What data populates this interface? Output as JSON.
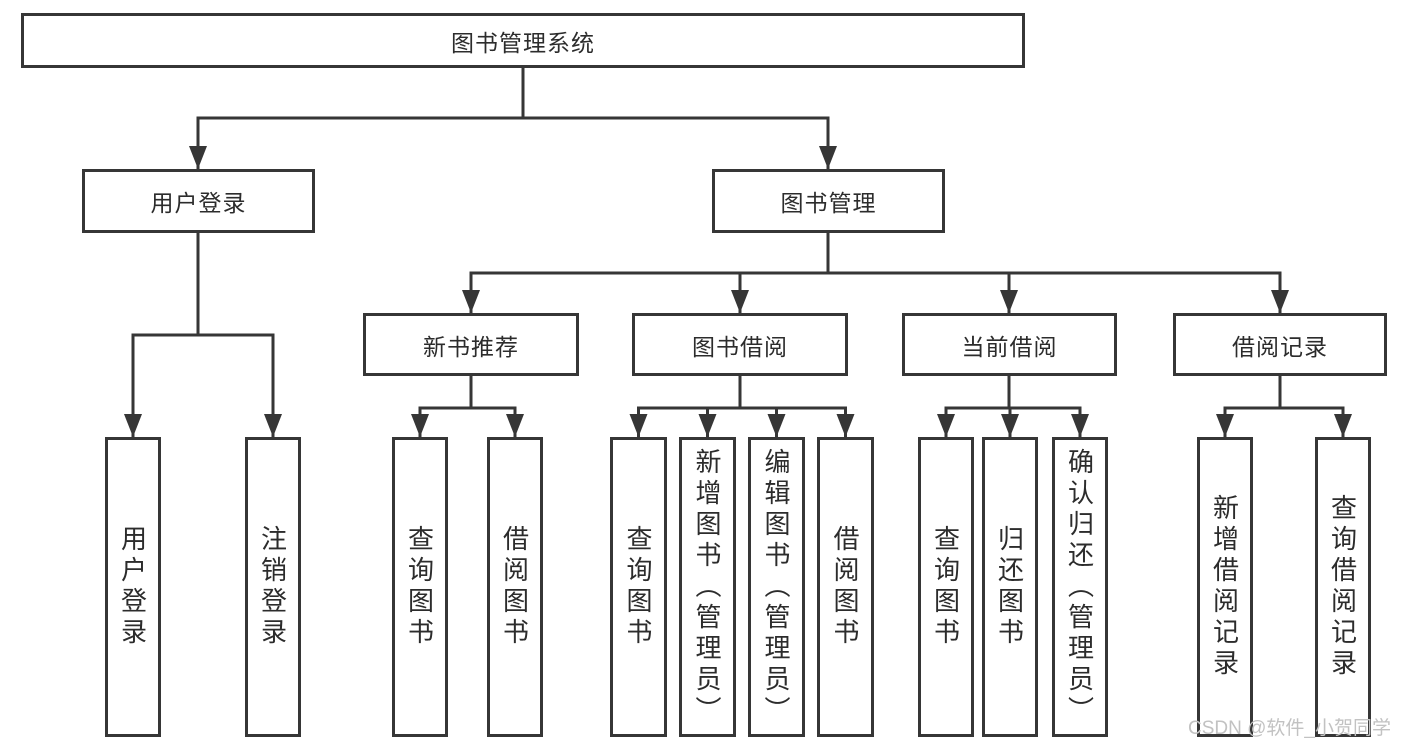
{
  "colors": {
    "line": "#363636",
    "text": "#2c2c2c",
    "background": "#ffffff",
    "watermark": "#c2c2c2"
  },
  "diagram": {
    "root": "图书管理系统",
    "level2": [
      "用户登录",
      "图书管理"
    ],
    "level3": [
      "新书推荐",
      "图书借阅",
      "当前借阅",
      "借阅记录"
    ],
    "leaves": {
      "user_login": [
        "用户登录",
        "注销登录"
      ],
      "new_book_recommend": [
        "查询图书",
        "借阅图书"
      ],
      "book_borrow": [
        "查询图书",
        "新增图书（管理员）",
        "编辑图书（管理员）",
        "借阅图书"
      ],
      "current_borrow": [
        "查询图书",
        "归还图书",
        "确认归还（管理员）"
      ],
      "borrow_records": [
        "新增借阅记录",
        "查询借阅记录"
      ]
    }
  },
  "watermark": "CSDN @软件_小贺同学"
}
